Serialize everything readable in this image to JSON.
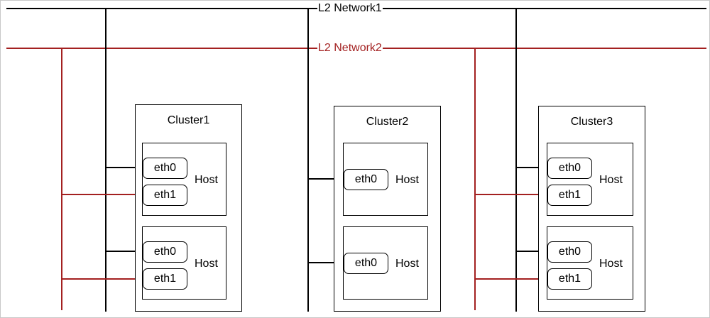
{
  "networks": {
    "net1": {
      "label": "L2 Network1",
      "color": "#000000"
    },
    "net2": {
      "label": "L2 Network2",
      "color": "#a32020"
    }
  },
  "host_label": "Host",
  "iface_labels": {
    "eth0": "eth0",
    "eth1": "eth1"
  },
  "clusters": [
    {
      "label": "Cluster1"
    },
    {
      "label": "Cluster2"
    },
    {
      "label": "Cluster3"
    }
  ]
}
